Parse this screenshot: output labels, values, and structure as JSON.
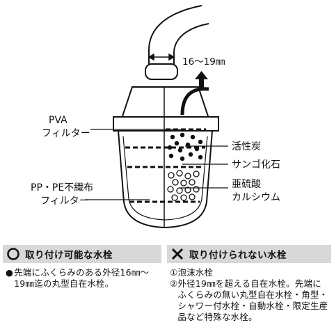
{
  "diagram": {
    "dimension_label": "16〜19㎜",
    "labels": {
      "pva_line1": "PVA",
      "pva_line2": "フィルター",
      "charcoal": "活性炭",
      "coral": "サンゴ化石",
      "calcium_line1": "亜硫酸",
      "calcium_line2": "カルシウム",
      "pp_line1": "PP・PE不織布",
      "pp_line2": "フィルター"
    }
  },
  "compatible": {
    "icon": "circle-icon",
    "title": "取り付け可能な水栓",
    "bullet": "●",
    "text": "先端にふくらみのある外径16㎜〜19㎜迄の丸型自在水栓。"
  },
  "incompatible": {
    "icon": "cross-icon",
    "title": "取り付けられない水栓",
    "items": [
      {
        "num": "①",
        "text": "泡沫水栓"
      },
      {
        "num": "②",
        "text": "外径19㎜を超える自在水栓。先端にふくらみの無い丸型自在水栓・角型・シャワー付水栓・自動水栓・限定生産品など特殊な水栓。"
      }
    ]
  },
  "colors": {
    "panel_header": "#d8d8d8",
    "ink": "#111111"
  }
}
